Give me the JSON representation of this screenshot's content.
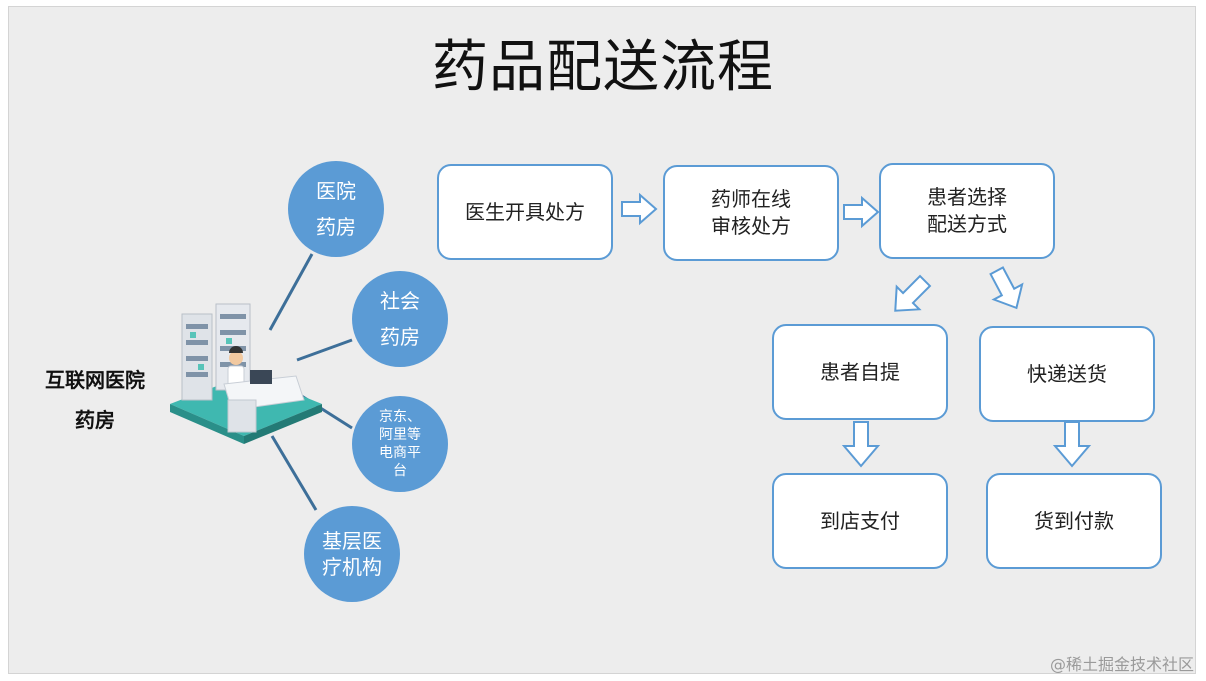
{
  "title": "药品配送流程",
  "hospital": {
    "label": "互联网医院\n药房"
  },
  "channels": {
    "hospital_pharmacy": "医院\n药房",
    "community_pharmacy": "社会\n药房",
    "ecommerce": "京东、\n阿里等\n电商平\n台",
    "primary_care": "基层医\n疗机构"
  },
  "flow": {
    "step1": "医生开具处方",
    "step2": "药师在线\n审核处方",
    "step3": "患者选择\n配送方式",
    "self_pickup": "患者自提",
    "express": "快递送货",
    "pay_in_store": "到店支付",
    "cash_on_delivery": "货到付款"
  },
  "watermark": "@稀土掘金技术社区",
  "colors": {
    "node_fill": "#5b9bd5",
    "box_border": "#5b9bd5",
    "background": "#ededed"
  }
}
